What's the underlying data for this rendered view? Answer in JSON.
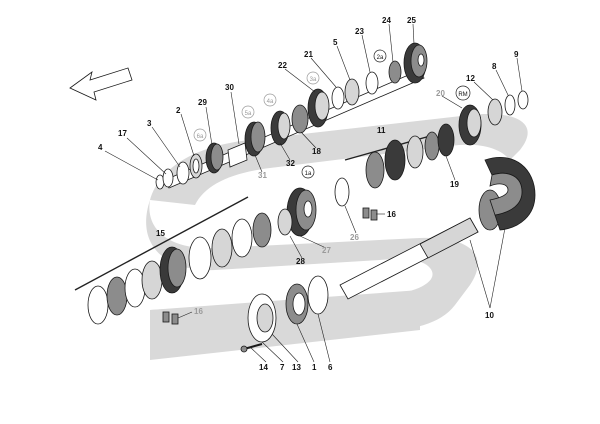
{
  "callouts": {
    "c1": "1",
    "c2": "2",
    "c3": "3",
    "c4": "4",
    "c5": "5",
    "c6": "6",
    "c7": "7",
    "c8": "8",
    "c9": "9",
    "c10": "10",
    "c11": "11",
    "c12": "12",
    "c13": "13",
    "c14": "14",
    "c15": "15",
    "c16a": "16",
    "c16b": "16",
    "c17": "17",
    "c18": "18",
    "c19": "19",
    "c20": "20",
    "c21": "21",
    "c22": "22",
    "c23": "23",
    "c24": "24",
    "c25": "25",
    "c26": "26",
    "c27": "27",
    "c28": "28",
    "c29": "29",
    "c30": "30",
    "c31": "31",
    "c32": "32"
  },
  "gear_markers": {
    "g1": "1a",
    "g2": "2a",
    "g3": "3a",
    "g4": "4a",
    "g5": "5a",
    "g6": "6a",
    "rm": "RM"
  },
  "colors": {
    "band": "#d9d9d9",
    "ink": "#111111",
    "grey_label": "#9a9a9a"
  }
}
